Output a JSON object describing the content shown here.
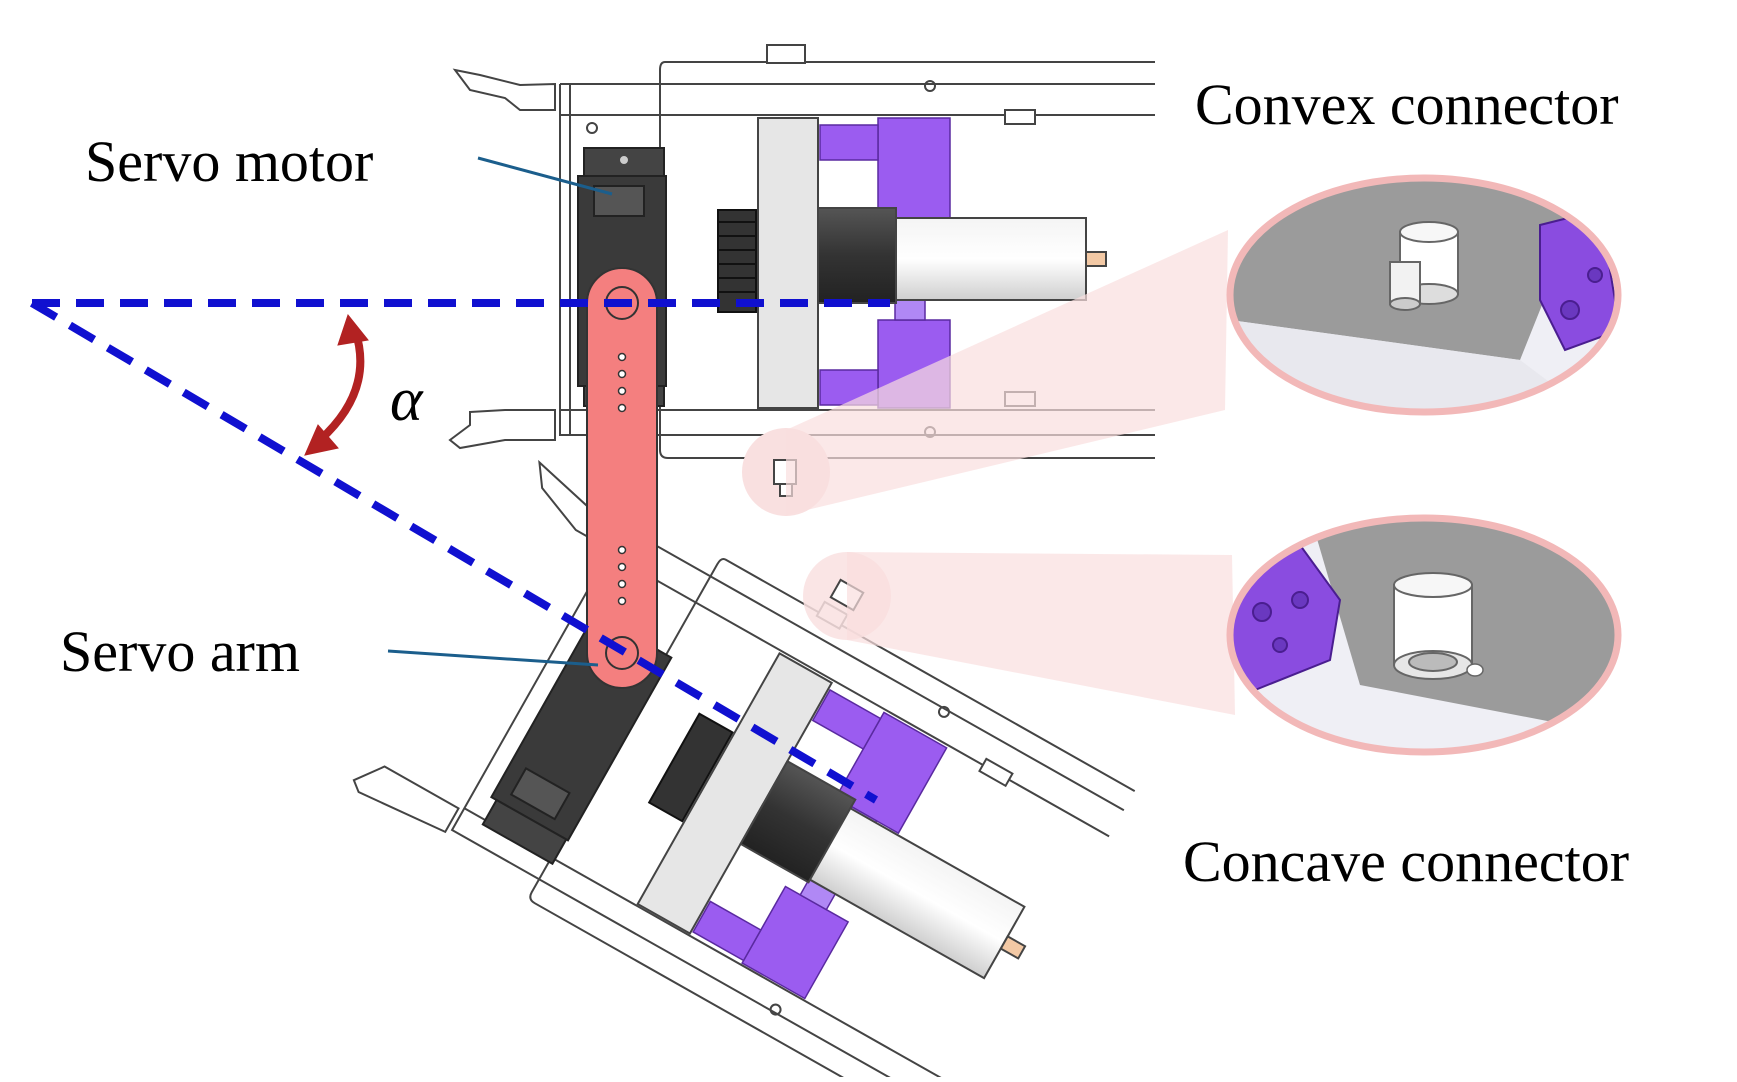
{
  "labels": {
    "servo_motor": "Servo motor",
    "servo_arm": "Servo arm",
    "convex_connector": "Convex connector",
    "concave_connector": "Concave connector",
    "angle": "α"
  },
  "colors": {
    "reference_line": "#1010d0",
    "angle_arrow": "#b22222",
    "servo_arm": "#f47f7f",
    "purple_parts": "#9b5cf0",
    "servo_body": "#3a3a3a",
    "callout_line": "#1b5e8c",
    "magnifier_ring": "#f2b8b8",
    "connector_plate": "#9b9b9b"
  }
}
